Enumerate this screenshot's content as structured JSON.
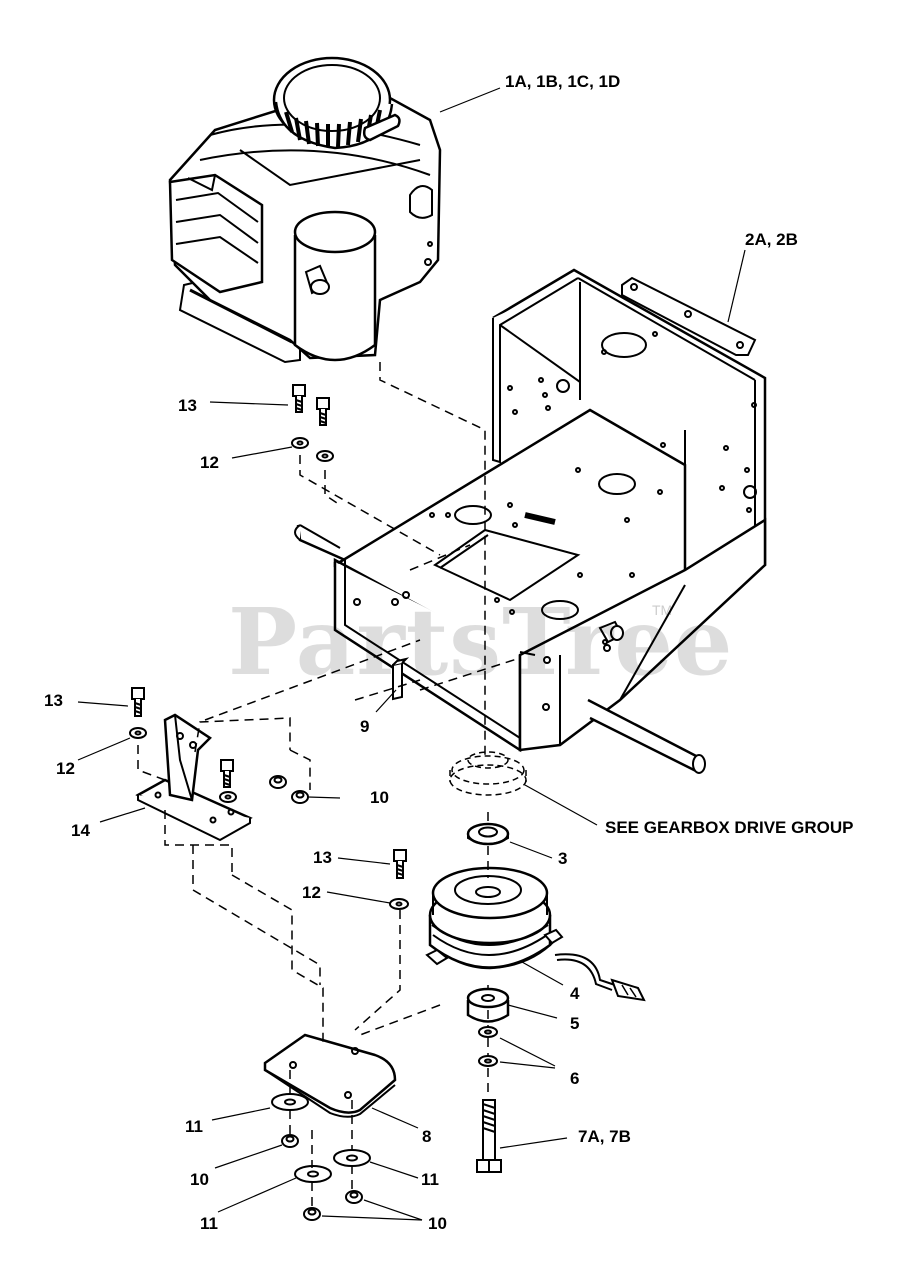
{
  "watermark": {
    "text": "PartsTree",
    "trademark": "TM"
  },
  "callouts": {
    "engine": "1A, 1B, 1C, 1D",
    "frame": "2A, 2B",
    "spacer_3": "3",
    "clutch_4": "4",
    "spacer_5": "5",
    "washers_6": "6",
    "bolt_7": "7A, 7B",
    "plate_8": "8",
    "key_9": "9",
    "nut_10_upper": "10",
    "nut_10_lower_left": "10",
    "nut_10_lower_right": "10",
    "washer_11_a": "11",
    "washer_11_b": "11",
    "washer_11_c": "11",
    "washer_12_a": "12",
    "washer_12_b": "12",
    "washer_12_c": "12",
    "bolt_13_a": "13",
    "bolt_13_b": "13",
    "bolt_13_c": "13",
    "bracket_14": "14",
    "gearbox_ref": "SEE GEARBOX DRIVE GROUP"
  },
  "icons": [
    "engine-icon",
    "frame-icon",
    "clutch-icon",
    "bolt-icon",
    "washer-icon",
    "nut-icon",
    "bracket-icon",
    "plate-icon"
  ]
}
